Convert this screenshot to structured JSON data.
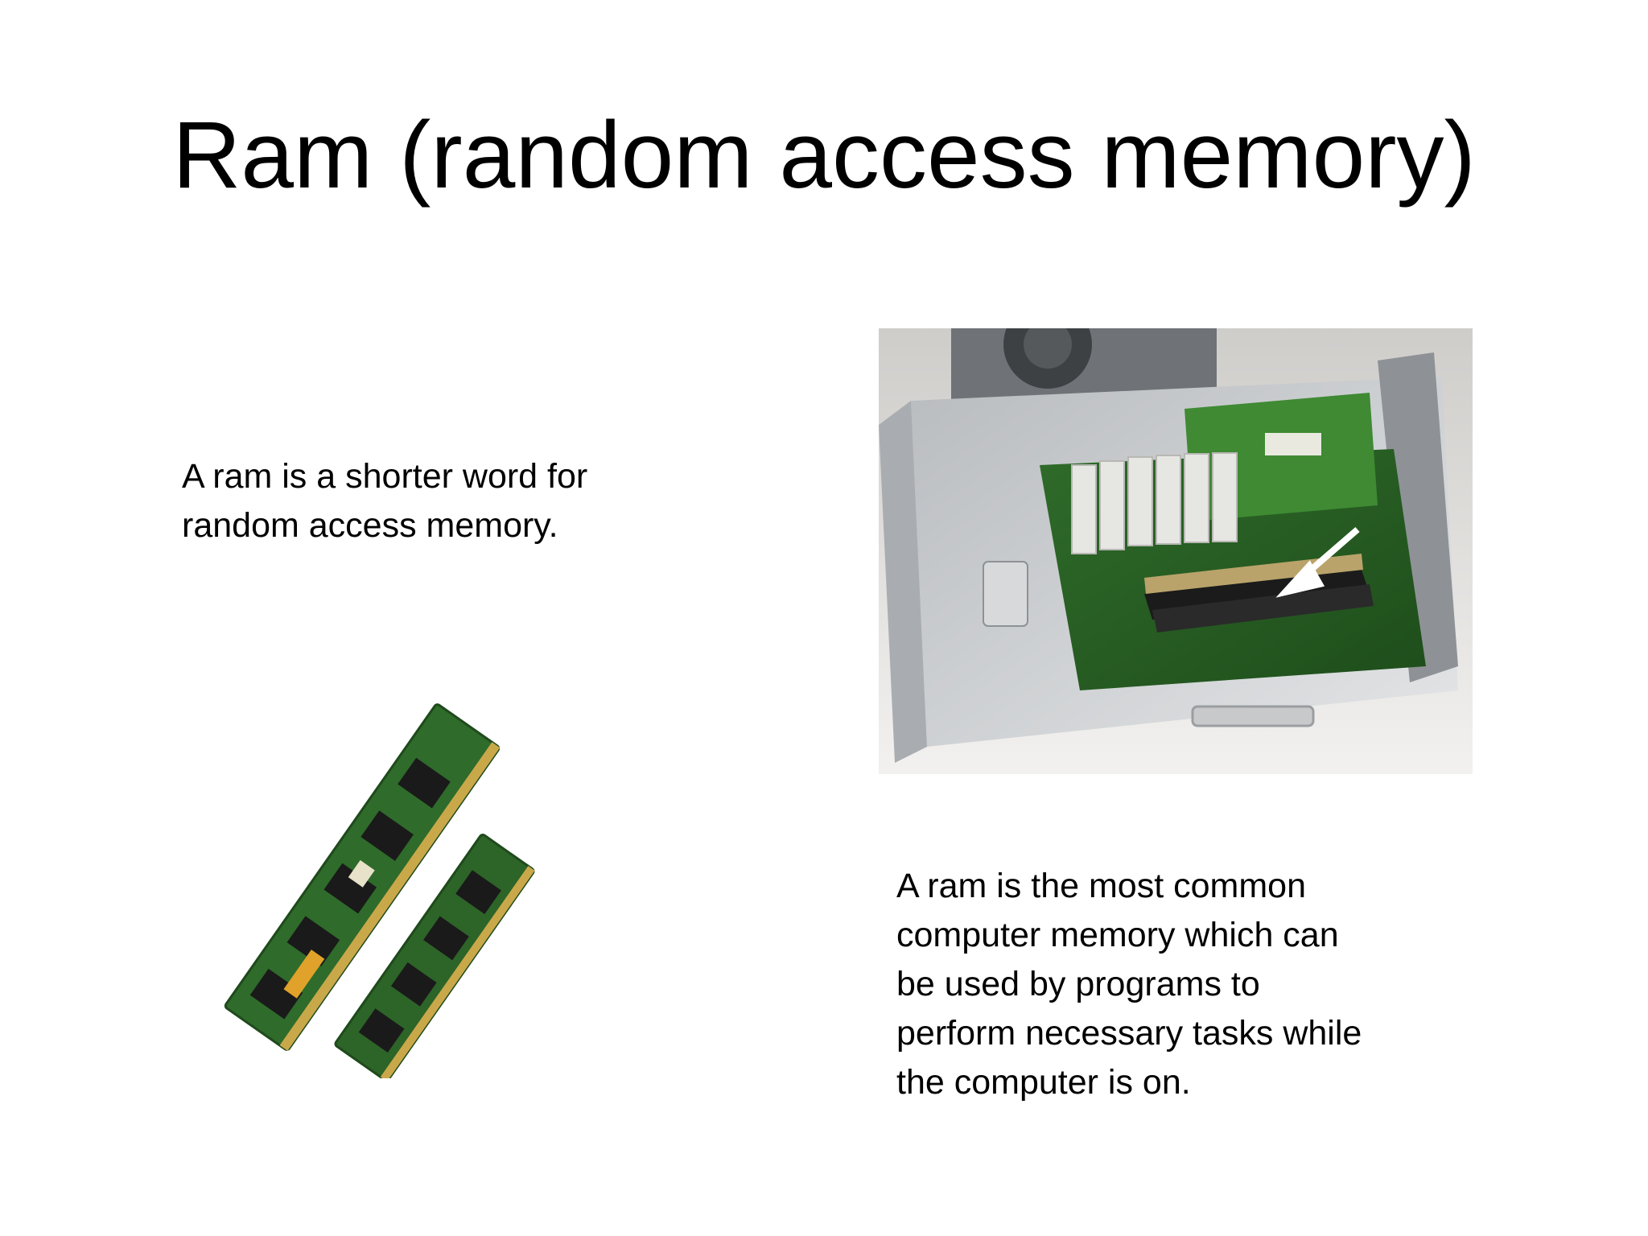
{
  "slide": {
    "title": "Ram (random access memory)",
    "left_text_lines": [
      "A ram is a shorter word for",
      "random access memory."
    ],
    "right_text_lines": [
      "A ram is the most common",
      "computer memory which can",
      "be used by programs to",
      "perform necessary tasks while",
      "the computer is on."
    ]
  },
  "images": {
    "computer_photo": "photo-of-open-computer-case-with-ram-slot-arrow",
    "ram_modules_photo": "photo-of-two-green-ram-modules"
  },
  "colors": {
    "background": "#ffffff",
    "text": "#000000",
    "pcb_green": "#2f6b2a"
  }
}
